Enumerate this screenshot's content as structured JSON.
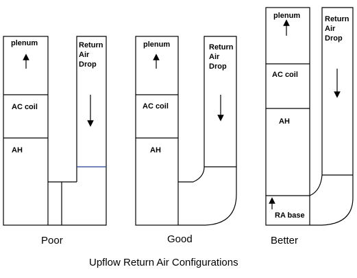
{
  "title": "Upflow Return Air Configurations",
  "configurations": [
    {
      "caption": "Poor",
      "plenum_label": "plenum",
      "coil_label": "AC coil",
      "ah_label": "AH",
      "drop_label": [
        "Return",
        "Air",
        "Drop"
      ]
    },
    {
      "caption": "Good",
      "plenum_label": "plenum",
      "coil_label": "AC coil",
      "ah_label": "AH",
      "drop_label": [
        "Return",
        "Air",
        "Drop"
      ]
    },
    {
      "caption": "Better",
      "plenum_label": "plenum",
      "coil_label": "AC coil",
      "ah_label": "AH",
      "drop_label": [
        "Return",
        "Air",
        "Drop"
      ],
      "base_label": "RA base"
    }
  ],
  "colors": {
    "stroke": "#000000",
    "blue_line": "#1f3f8f",
    "background": "#ffffff"
  }
}
